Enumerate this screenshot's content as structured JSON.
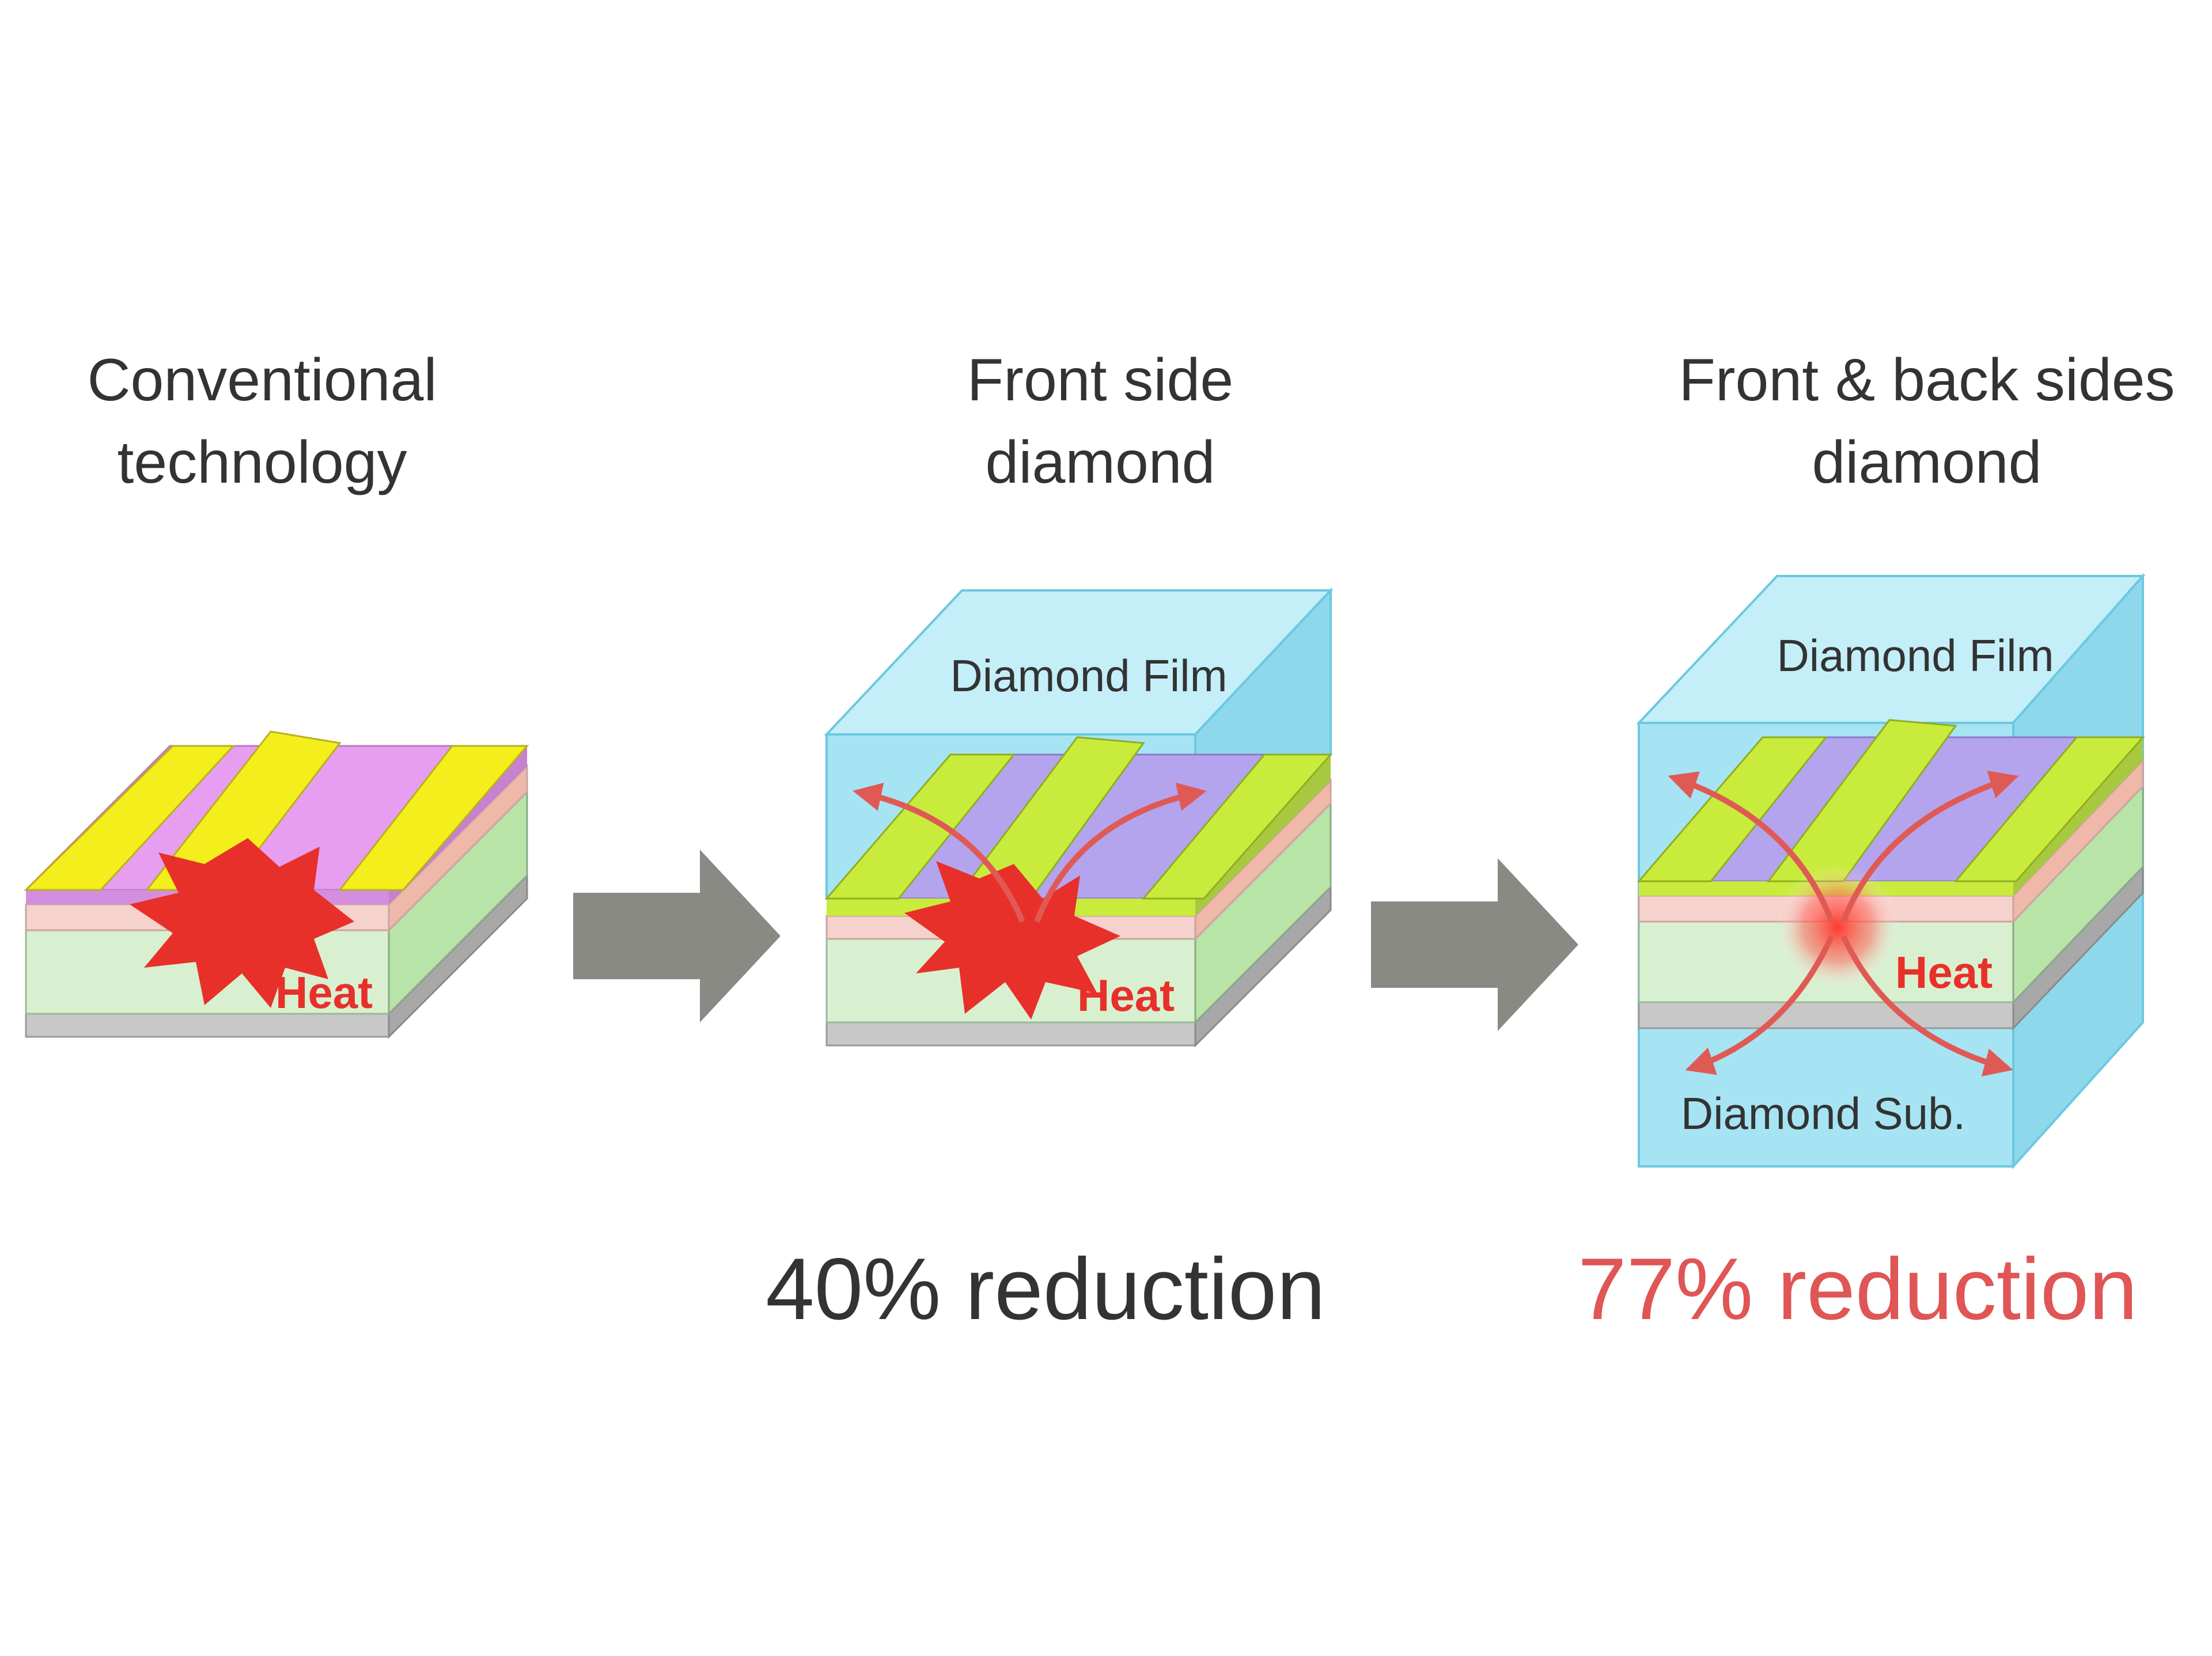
{
  "panels": [
    {
      "title_lines": [
        "Conventional",
        "technology"
      ],
      "heat_label": "Heat",
      "reduction": ""
    },
    {
      "title_lines": [
        "Front side",
        "diamond"
      ],
      "top_label": "Diamond Film",
      "heat_label": "Heat",
      "reduction": "40% reduction"
    },
    {
      "title_lines": [
        "Front & back sides",
        "diamond"
      ],
      "top_label": "Diamond Film",
      "bottom_label": "Diamond Sub.",
      "heat_label": "Heat",
      "reduction": "77% reduction"
    }
  ],
  "colors": {
    "text": "#333333",
    "highlight": "#e05555",
    "heat": "#e8302a",
    "arrow_red": "#e05a55",
    "gray_arrow": "#8a8a85",
    "diamond": "#a6e4f3",
    "diamond_edge": "#6cc8e0",
    "stripe_yellow": "#f4ef1c",
    "stripe_yellow_green": "#c9ec3c",
    "channel_pink": "#e79ef0",
    "channel_lavender": "#b4a4ee",
    "buffer_green": "#d8f0d0",
    "substrate_gray": "#c8c8c8"
  }
}
